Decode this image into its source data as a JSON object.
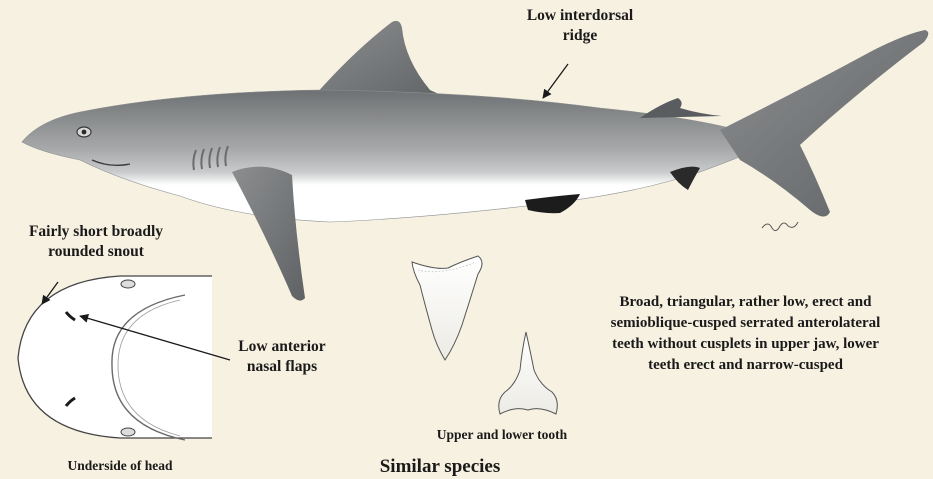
{
  "colors": {
    "background": "#f7f1e1",
    "shark_dorsal": "#7d7f81",
    "shark_belly": "#ffffff",
    "fin_tip": "#1c1c1c",
    "label_text": "#1a1a1a"
  },
  "labels": {
    "interdorsal_ridge": "Low interdorsal\nridge",
    "snout": "Fairly short broadly\nrounded snout",
    "nasal_flaps": "Low anterior\nnasal flaps",
    "teeth_description": "Broad, triangular, rather low, erect and\nsemioblique-cusped serrated anterolateral\nteeth without cusplets in upper jaw, lower\nteeth erect and narrow-cusped",
    "tooth_caption": "Upper and lower tooth",
    "head_caption": "Underside of head",
    "similar_species_heading": "Similar species"
  }
}
